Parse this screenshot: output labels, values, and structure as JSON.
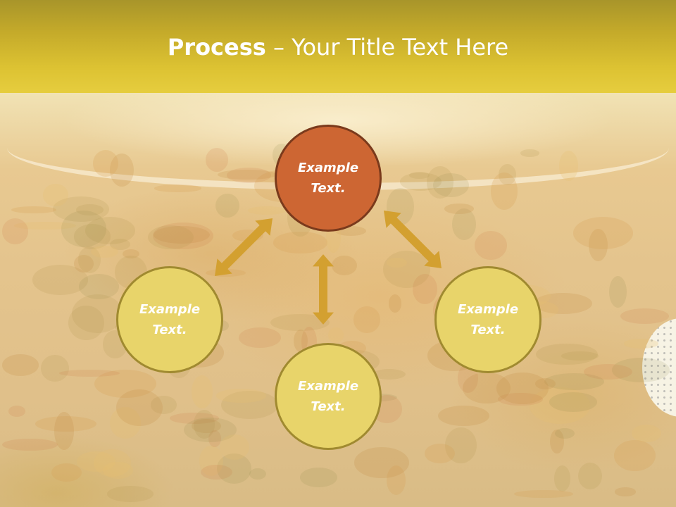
{
  "slide": {
    "title_bold": "Process",
    "title_rest": " – Your Title Text Here"
  },
  "nodes": [
    {
      "line1": "Example",
      "line2": "Text."
    },
    {
      "line1": "Example",
      "line2": "Text."
    },
    {
      "line1": "Example",
      "line2": "Text."
    },
    {
      "line1": "Example",
      "line2": "Text."
    }
  ],
  "colors": {
    "accent_circle": "#cd6633",
    "node_circle": "#e8d46a",
    "arrow": "#d3a030",
    "title_bar": "#dcc232"
  }
}
